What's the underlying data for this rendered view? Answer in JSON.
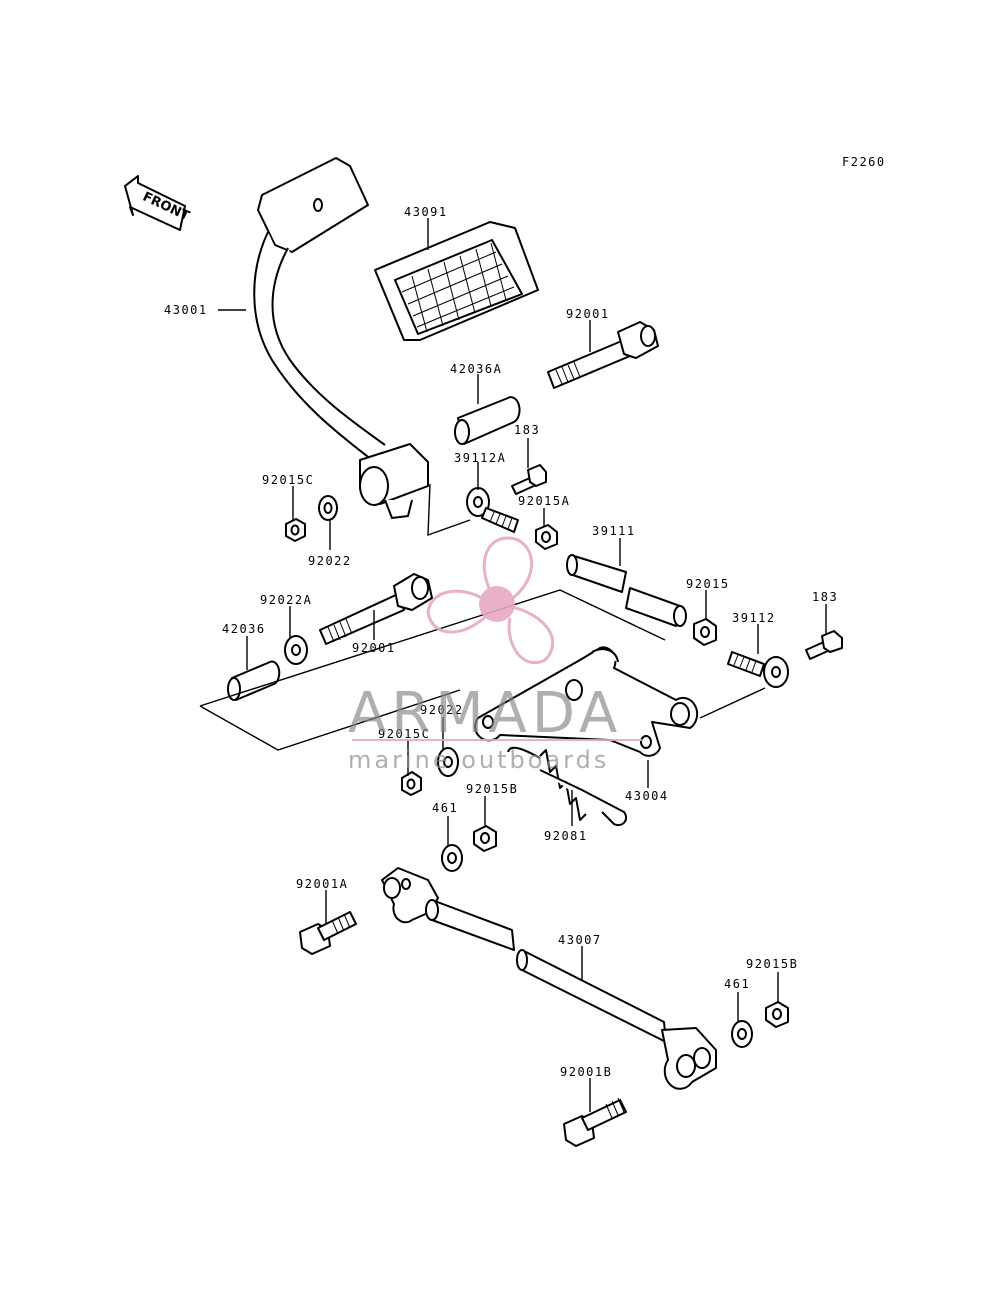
{
  "figure_code": "F2260",
  "front_label": "FRONT",
  "watermark": {
    "brand": "ARMADA",
    "tagline": "marine outboards",
    "color": "#e6a9c2"
  },
  "parts": {
    "p43001": "43001",
    "p43091": "43091",
    "p92001_top": "92001",
    "p42036A": "42036A",
    "p183_top": "183",
    "p39112A": "39112A",
    "p92015A": "92015A",
    "p92015C_top": "92015C",
    "p92022_top": "92022",
    "p39111": "39111",
    "p92015": "92015",
    "p183_right": "183",
    "p39112": "39112",
    "p92022A": "92022A",
    "p42036": "42036",
    "p92001_mid": "92001",
    "p92022_mid": "92022",
    "p92015C_mid": "92015C",
    "p92015B_mid": "92015B",
    "p461_mid": "461",
    "p92081": "92081",
    "p43004": "43004",
    "p92001A": "92001A",
    "p43007": "43007",
    "p461_right": "461",
    "p92015B_right": "92015B",
    "p92001B": "92001B"
  }
}
